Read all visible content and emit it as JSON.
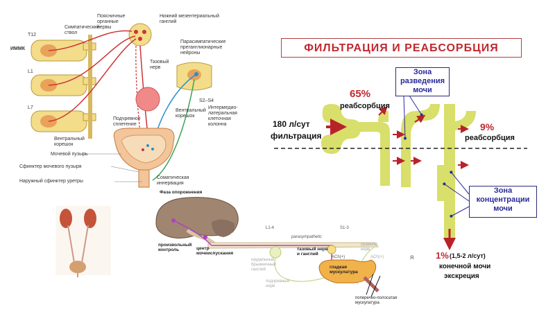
{
  "left_diagram": {
    "labels": {
      "t12": "T12",
      "immk": "ИММК",
      "symp_trunk": "Симпатический\nствол",
      "lumbar_nerves": "Поясничные\nорганные\nнервы",
      "inf_mesenteric": "Нижний мезентериальный\nганглий",
      "l1": "L1",
      "l7": "L7",
      "pelvic_nerve": "Тазовый\nнерв",
      "parasymp": "Парасимпатические\nпреганглионарные\nнейроны",
      "s2s4": "S2–S4",
      "ventral_root_right": "Вентральный\nкорешок",
      "intermedio": "Интермедио-\nлатеральная\nклеточная\nколонна",
      "hypogastric": "Подчревное\nсплетение",
      "ventral_root_left": "Вентральный\nкорешок",
      "bladder": "Мочевой пузырь",
      "bladder_sphincter": "Сфинктер мочевого пузыря",
      "ext_sphincter": "Наружный сфинктер уретры",
      "somatic": "Соматическая\nиннервация"
    }
  },
  "filtration": {
    "title": "ФИЛЬТРАЦИЯ  И  РЕАБСОРБЦИЯ",
    "filtration_amount": "180 л/сут",
    "filtration_word": "фильтрация",
    "pct_65": "65%",
    "reabs_65": "реабсорбция",
    "pct_9": "9%",
    "reabs_9": "реабсорбция",
    "zone_dilution": "Зона\nразведения\nмочи",
    "zone_concentration": "Зона\nконцентрации\nмочи",
    "pct_1": "1%",
    "pct_1_extra": "(1,5-2  л/сут)",
    "final_line1": "конечной мочи",
    "final_line2": "экскреция"
  },
  "brain_diagram": {
    "phase": "Фаза опорожнения",
    "voluntary": "произвольный\nконтроль",
    "micturition_center": "центр\nмочеиспускания",
    "l14": "L1-4",
    "s13": "S1-3",
    "parasympathetic": "parasympathetic",
    "pelvic_ganglion": "тазовый нерв\nи ганглий",
    "sacral_nerve": "срамной\nнерв",
    "caudal_ganglion": "каудальный\nбрыжеечный\nганглий",
    "ach1": "ACh(+)",
    "ach2": "ACh(+)",
    "hypogastric_nerve": "подчревный\nнерв",
    "smooth_muscle": "гладкая\nмускулатура",
    "striated_muscle": "поперечно-полосатая\nмускулатура",
    "stray_char": "я"
  },
  "colors": {
    "tubule": "#d8df6a",
    "arrow_red": "#b8232a",
    "title_red": "#c0282e",
    "zone_blue": "#2a2a9a",
    "spinal_yellow": "#f3dc8a",
    "bladder_orange": "#f2c59a"
  }
}
